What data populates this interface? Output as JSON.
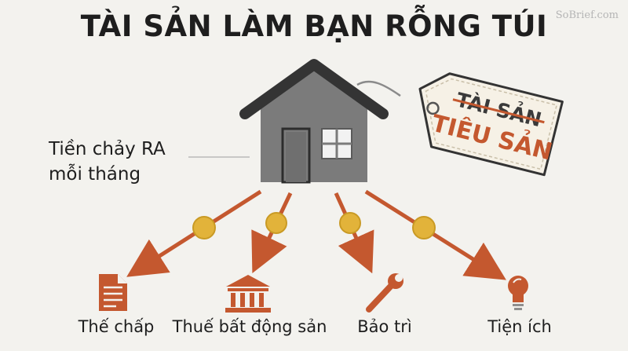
{
  "title": "TÀI SẢN LÀM BẠN RỖNG TÚI",
  "watermark": "SoBrief.com",
  "cash_flow_label": [
    "Tiền chảy RA",
    "mỗi tháng"
  ],
  "tag": {
    "crossed_text": "TÀI SẢN",
    "replacement_text": "TIÊU SẢN"
  },
  "expenses": [
    {
      "label": "Thế chấp",
      "icon": "document-icon"
    },
    {
      "label": "Thuế bất động sản",
      "icon": "bank-building-icon"
    },
    {
      "label": "Bảo trì",
      "icon": "wrench-icon"
    },
    {
      "label": "Tiện ích",
      "icon": "lightbulb-icon"
    }
  ],
  "colors": {
    "background": "#f3f2ee",
    "house_wall": "#7b7b7b",
    "roof": "#3a3a3a",
    "arrow": "#c4582f",
    "coin": "#e2b33a",
    "icon": "#c4582f",
    "tag_text": "#c4582f"
  }
}
